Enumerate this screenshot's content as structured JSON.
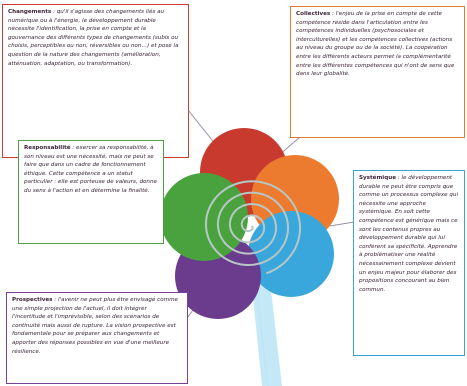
{
  "colors": {
    "red": "#c93a2e",
    "orange": "#ec7a2f",
    "green": "#4aa23f",
    "blue": "#39a6dc",
    "purple": "#6b3c8e",
    "spiral": "#b6c7c6",
    "light_ray": "#bfe6f6",
    "connector": "#9c8fa6"
  },
  "sections": {
    "changements": {
      "term": "Changements",
      "text": " : qu'il s'agisse des changements liés au numérique ou à l'énergie, le développement durable nécessite l'identification, la prise en compte et la gouvernance des différents types de changements (subis ou choisis, perceptibles ou non, réversibles ou non…) et pose la question de la nature des changements (amélioration, atténuation, adaptation, ou transformation)."
    },
    "collectives": {
      "term": "Collectives",
      "text": " : l'enjeu de la prise en compte de cette compétence réside dans l'articulation entre les compétences individuelles (psychosociales et interculturelles) et les compétences collectives (actions au niveau du groupe ou de la société). La coopération entre les différents acteurs permet la complémentarité entre les différentes compétences qui n'ont de sens que dans leur globalité."
    },
    "responsabilite": {
      "term": "Responsabilité",
      "text": " : exercer sa responsabilité, à son niveau est une nécessité, mais ne peut se faire que dans un cadre de fonctionnement éthique. Cette compétence a un statut particulier : elle est porteuse de valeurs, donne du sens à l'action et en détermine la finalité."
    },
    "systemique": {
      "term": "Systémique",
      "text": " : le développement durable ne peut être compris que comme un processus complexe qui nécessite une approche systémique. En soit cette compétence est générique mais ce sont les contenus propres au développement durable qui lui confèrent sa spécificité. Apprendre à problématiser une réalité nécessairement complexe devient un enjeu majeur pour élaborer des propositions concourant au bien commun."
    },
    "prospectives": {
      "term": "Prospectives",
      "text": " : l'avenir ne peut plus être envisagé comme une simple projection de l'actuel, il doit intégrer l'incertitude et l'imprévisible, selon des scénarios de continuité mais aussi de rupture. La vision prospective est fondamentale pour se préparer aux changements et apporter des réponses possibles en vue d'une meilleure résilience."
    }
  }
}
